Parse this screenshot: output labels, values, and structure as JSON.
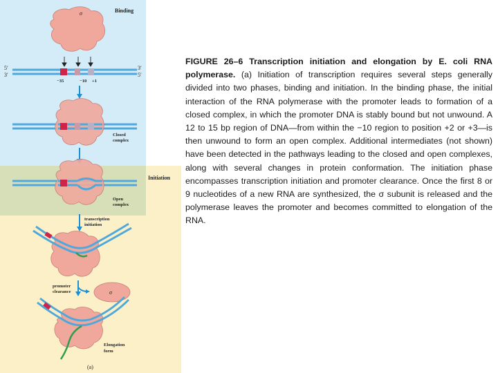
{
  "figure": {
    "stages": {
      "binding": "Binding",
      "initiation": "Initiation"
    },
    "labels": {
      "sigma": "σ",
      "sigma_released": "σ",
      "five_prime_top": "5′",
      "three_prime_bottom": "3′",
      "three_prime_top_right": "3′",
      "five_prime_bottom_right": "5′",
      "pos_minus35": "−35",
      "pos_minus10": "−10",
      "pos_plus1": "+1",
      "closed_complex_line1": "Closed",
      "closed_complex_line2": "complex",
      "open_complex_line1": "Open",
      "open_complex_line2": "complex",
      "transcription_initiation_line1": "transcription",
      "transcription_initiation_line2": "initiation",
      "promoter_clearance_line1": "promoter",
      "promoter_clearance_line2": "clearance",
      "elongation_form_line1": "Elongation",
      "elongation_form_line2": "form",
      "panel": "(a)"
    },
    "colors": {
      "binding_bg": "#d3ecf7",
      "initiation_bg": "#fcf0c8",
      "open_bg": "#d6dfb8",
      "dna": "#4fa8dc",
      "promoter_red": "#d0234a",
      "polymerase": "#f0a79c",
      "rna": "#2f9e4c",
      "arrow": "#1e8fd0"
    }
  },
  "caption": {
    "title": "FIGURE 26–6 Transcription initiation and elongation by E. coli RNA polymerase.",
    "body": "(a) Initiation of transcription requires several steps generally divided into two phases, binding and initiation. In the binding phase, the initial interaction of the RNA polymerase with the promoter leads to formation of a closed complex, in which the promoter DNA is stably bound but not unwound. A 12 to 15 bp region of DNA—from within the −10 region to position +2 or +3—is then unwound to form an open complex. Additional intermediates (not shown) have been detected in the pathways leading to the closed and open complexes, along with several changes in protein conformation. The initiation phase encompasses transcription initiation and promoter clearance. Once the first 8 or 9 nucleotides of a new RNA are synthesized, the σ subunit is released and the polymerase leaves the promoter and becomes committed to elongation of the RNA."
  }
}
